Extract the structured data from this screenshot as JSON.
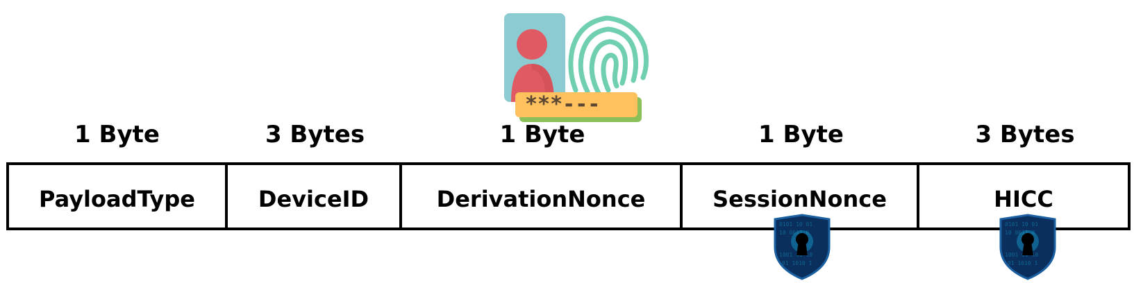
{
  "icons": {
    "identity": "identity-credential-icon",
    "lock": "encrypted-lock-shield-icon"
  },
  "colors": {
    "card": "#8ccbd1",
    "person": "#e05a63",
    "fingerprint": "#6fcfb0",
    "password_bar": "#ffc15e",
    "password_shadow": "#8bbf5a",
    "shield_fill": "#0a2f5c",
    "shield_glow": "#1ec3f2"
  },
  "password_mask": "***---",
  "fields": [
    {
      "size": "1 Byte",
      "name": "PayloadType",
      "encrypted": false
    },
    {
      "size": "3 Bytes",
      "name": "DeviceID",
      "encrypted": false
    },
    {
      "size": "1 Byte",
      "name": "DerivationNonce",
      "encrypted": false
    },
    {
      "size": "1 Byte",
      "name": "SessionNonce",
      "encrypted": true
    },
    {
      "size": "3 Bytes",
      "name": "HICC",
      "encrypted": true
    }
  ]
}
